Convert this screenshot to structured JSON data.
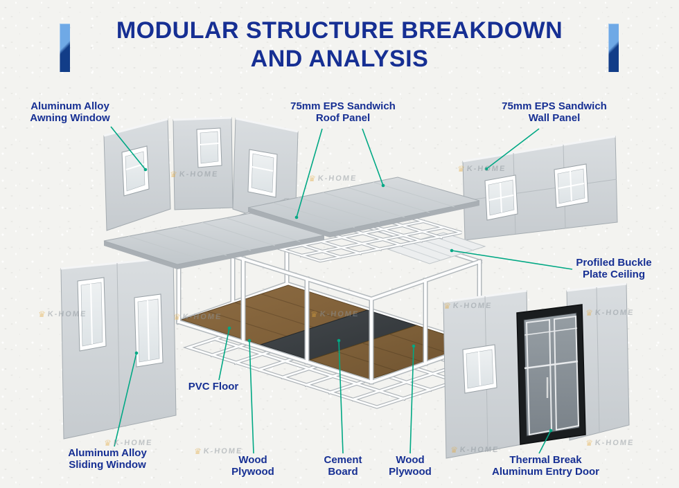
{
  "title": {
    "line1": "MODULAR STRUCTURE BREAKDOWN",
    "line2": "AND ANALYSIS"
  },
  "labels": {
    "awning_window": "Aluminum Alloy\nAwning Window",
    "roof_panel": "75mm EPS Sandwich\nRoof Panel",
    "wall_panel": "75mm EPS Sandwich\nWall Panel",
    "ceiling": "Profiled Buckle\nPlate Ceiling",
    "pvc_floor": "PVC Floor",
    "sliding_window": "Aluminum Alloy\nSliding Window",
    "wood_plywood_left": "Wood\nPlywood",
    "cement_board": "Cement\nBoard",
    "wood_plywood_right": "Wood\nPlywood",
    "entry_door": "Thermal Break\nAluminum Entry Door"
  },
  "watermark": {
    "crown": "♛",
    "brand": "K-HOME"
  },
  "colors": {
    "title_blue": "#162f93",
    "label_blue": "#162f93",
    "leader_green": "#00a884",
    "bar_light": "#6fa9e6",
    "bar_dark": "#123d88"
  }
}
